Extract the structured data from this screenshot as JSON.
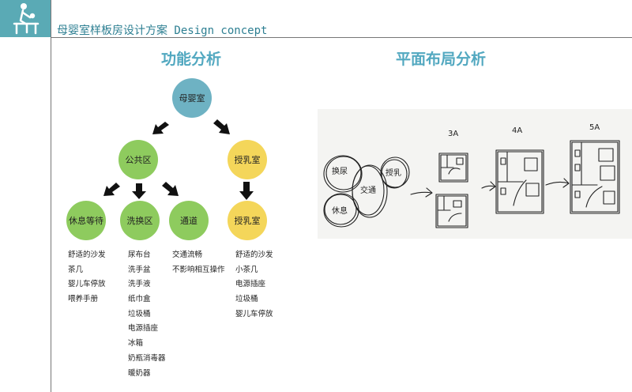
{
  "header": {
    "title": "母婴室样板房设计方案 Design concept",
    "logo_icon": "mother-baby-icon"
  },
  "colors": {
    "accent": "#5aaab5",
    "root_node": "#6eb2c3",
    "green_node": "#8ecb5e",
    "yellow_node": "#f4d65a",
    "section_title": "#52a8c0"
  },
  "function_analysis": {
    "title": "功能分析",
    "root": "母婴室",
    "level1": [
      "公共区",
      "授乳室"
    ],
    "level2": [
      "休息等待",
      "洗换区",
      "通道",
      "授乳室"
    ],
    "lists": {
      "rest_wait": [
        "舒适的沙发",
        "茶几",
        "婴儿车停放",
        "喂养手册"
      ],
      "wash_change": [
        "尿布台",
        "洗手盆",
        "洗手液",
        "纸巾盒",
        "垃圾桶",
        "电源插座",
        "冰箱",
        "奶瓶消毒器",
        "暖奶器"
      ],
      "passage": [
        "交通流畅",
        "不影响相互操作"
      ],
      "nursing": [
        "舒适的沙发",
        "小茶几",
        "电源插座",
        "垃圾桶",
        "婴儿车停放"
      ]
    }
  },
  "layout_analysis": {
    "title": "平面布局分析",
    "sketch_labels": [
      "换尿",
      "授乳",
      "交通",
      "休息",
      "3A",
      "4A",
      "5A"
    ]
  }
}
